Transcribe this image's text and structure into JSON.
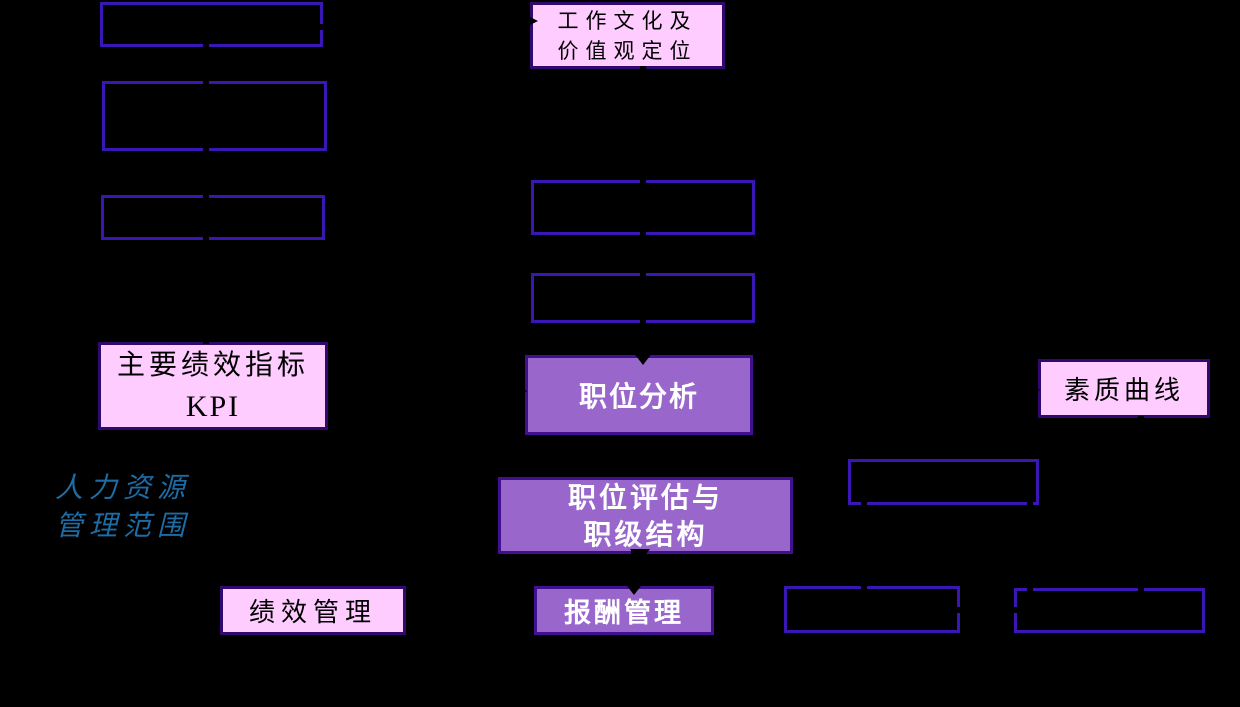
{
  "diagram": {
    "boxes": {
      "work_culture": {
        "line1": "工作文化及",
        "line2": "价值观定位"
      },
      "kpi": {
        "line1": "主要绩效指标",
        "line2": "KPI"
      },
      "job_analysis": {
        "label": "职位分析"
      },
      "competency_curve": {
        "label": "素质曲线"
      },
      "job_evaluation": {
        "line1": "职位评估与",
        "line2": "职级结构"
      },
      "performance_management": {
        "label": "绩效管理"
      },
      "compensation_management": {
        "label": "报酬管理"
      },
      "hr_scope": {
        "line1": "人力资源",
        "line2": "管理范围"
      }
    },
    "colors": {
      "background": "#000000",
      "pink_fill": "#ffccff",
      "purple_fill": "#9966cc",
      "empty_box_border": "#3a16b5",
      "colored_box_border": "#40108e",
      "blue_text": "#1d6ca5",
      "white_text": "#ffffff",
      "black_text": "#000000"
    }
  }
}
